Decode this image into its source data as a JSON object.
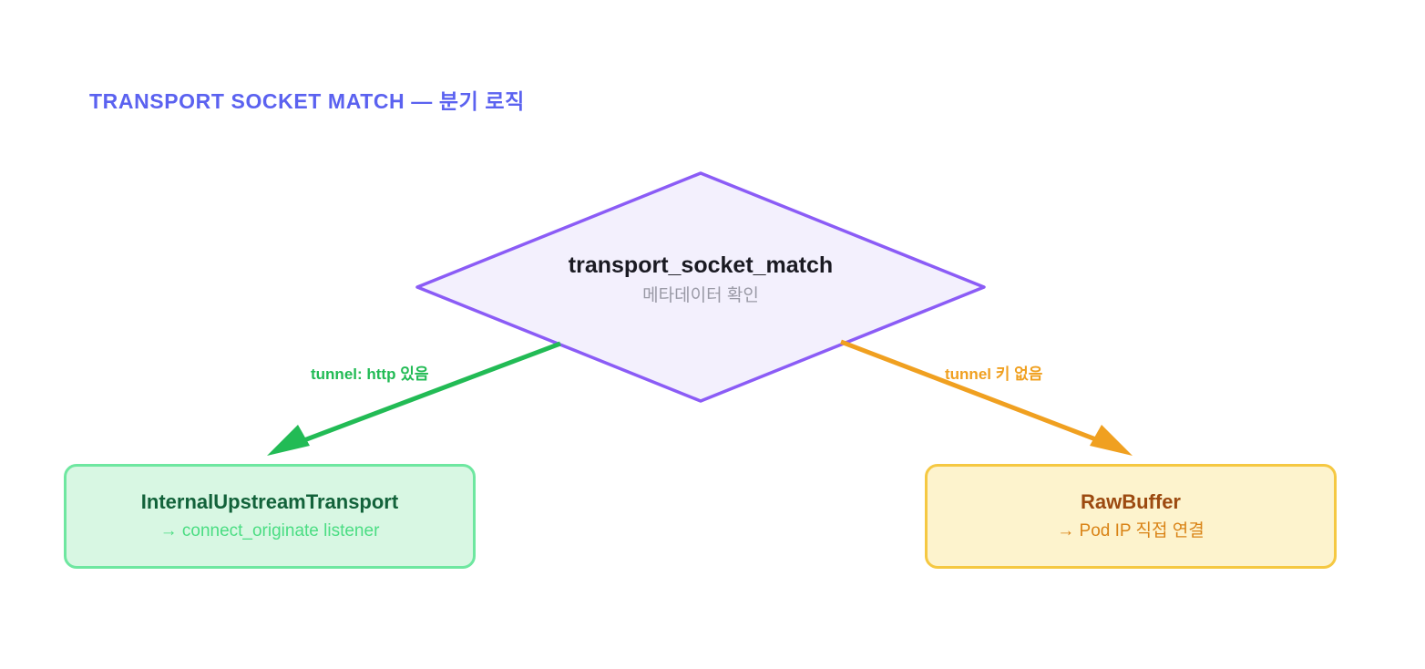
{
  "title": "TRANSPORT SOCKET MATCH — 분기 로직",
  "colors": {
    "title": "#5b62f0",
    "decision_stroke": "#8b5cf6",
    "decision_fill": "#f3f0fd",
    "yes_branch": "#22bb55",
    "no_branch": "#f0a020",
    "green_box_fill": "#d8f7e3",
    "green_box_border": "#6ee7a0",
    "yellow_box_fill": "#fdf3cd",
    "yellow_box_border": "#f5c842",
    "background": "#ffffff"
  },
  "decision": {
    "label": "transport_socket_match",
    "sublabel": "메타데이터 확인",
    "shape": "diamond"
  },
  "edges": [
    {
      "id": "yes",
      "label": "tunnel: http 있음",
      "from": "decision",
      "to": "internal-upstream-transport",
      "color": "#22bb55",
      "direction": "down-left"
    },
    {
      "id": "no",
      "label": "tunnel 키 없음",
      "from": "decision",
      "to": "rawbuffer",
      "color": "#f0a020",
      "direction": "down-right"
    }
  ],
  "outcomes": [
    {
      "id": "internal-upstream-transport",
      "title": "InternalUpstreamTransport",
      "subtitle": "→ connect_originate listener",
      "side": "left"
    },
    {
      "id": "rawbuffer",
      "title": "RawBuffer",
      "subtitle": "→ Pod IP 직접 연결",
      "side": "right"
    }
  ]
}
